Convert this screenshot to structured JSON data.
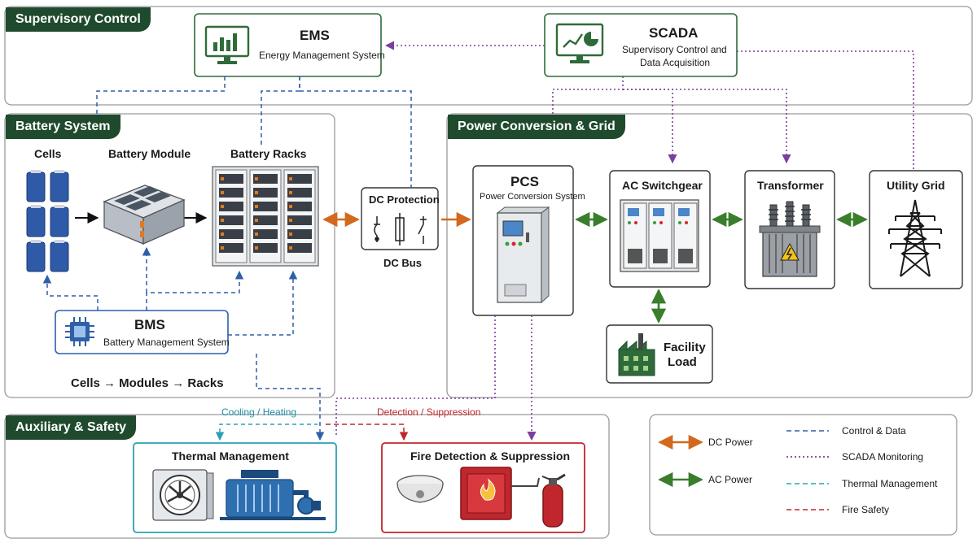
{
  "sections": {
    "supervisory": "Supervisory Control",
    "battery": "Battery System",
    "power": "Power Conversion & Grid",
    "auxiliary": "Auxiliary & Safety"
  },
  "ems": {
    "title": "EMS",
    "subtitle": "Energy Management System",
    "icon": "monitor-bar-chart-icon"
  },
  "scada": {
    "title": "SCADA",
    "subtitle_line1": "Supervisory Control and",
    "subtitle_line2": "Data Acquisition",
    "icon": "monitor-pie-chart-icon"
  },
  "battery": {
    "cells": "Cells",
    "module": "Battery Module",
    "racks": "Battery Racks",
    "flow": "Cells → Modules → Racks"
  },
  "bms": {
    "title": "BMS",
    "subtitle": "Battery Management System",
    "icon": "chip-icon"
  },
  "dc_protection": {
    "title": "DC Protection",
    "bus": "DC Bus"
  },
  "pcs": {
    "title": "PCS",
    "subtitle": "Power Conversion System"
  },
  "ac_switchgear": {
    "title": "AC Switchgear"
  },
  "transformer": {
    "title": "Transformer"
  },
  "utility_grid": {
    "title": "Utility Grid"
  },
  "facility_load": {
    "line1": "Facility",
    "line2": "Load"
  },
  "auxiliary": {
    "thermal": "Thermal Management",
    "fire": "Fire Detection & Suppression",
    "cooling_label": "Cooling / Heating",
    "detection_label": "Detection / Suppression"
  },
  "legend": {
    "dc_power": "DC Power",
    "ac_power": "AC Power",
    "control_data": "Control & Data",
    "scada_monitoring": "SCADA Monitoring",
    "thermal_management": "Thermal Management",
    "fire_safety": "Fire Safety"
  },
  "colors": {
    "header_green": "#1f4a2e",
    "dc_orange": "#d2691e",
    "ac_green": "#3a7d2c",
    "control_blue": "#2e5fa8",
    "scada_purple": "#7b3fa0",
    "thermal_teal": "#2aa0b5",
    "fire_red": "#c0272d"
  }
}
